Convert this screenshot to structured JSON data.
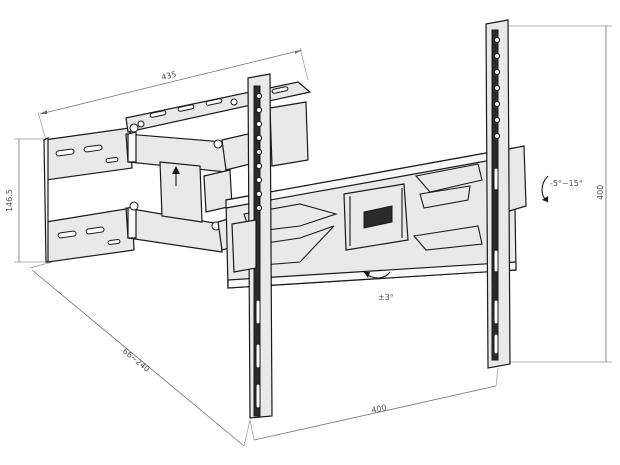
{
  "dimensions": {
    "top_width": "435",
    "left_height": "146.5",
    "extension": "66~240",
    "vesa_width": "400",
    "vesa_height": "400"
  },
  "adjustments": {
    "tilt": "-5°~15°",
    "swivel": "±3°"
  },
  "colors": {
    "line": "#1a1a1a",
    "dimension": "#6f6f6f",
    "fill": "#e9e9e9",
    "background": "#ffffff"
  }
}
